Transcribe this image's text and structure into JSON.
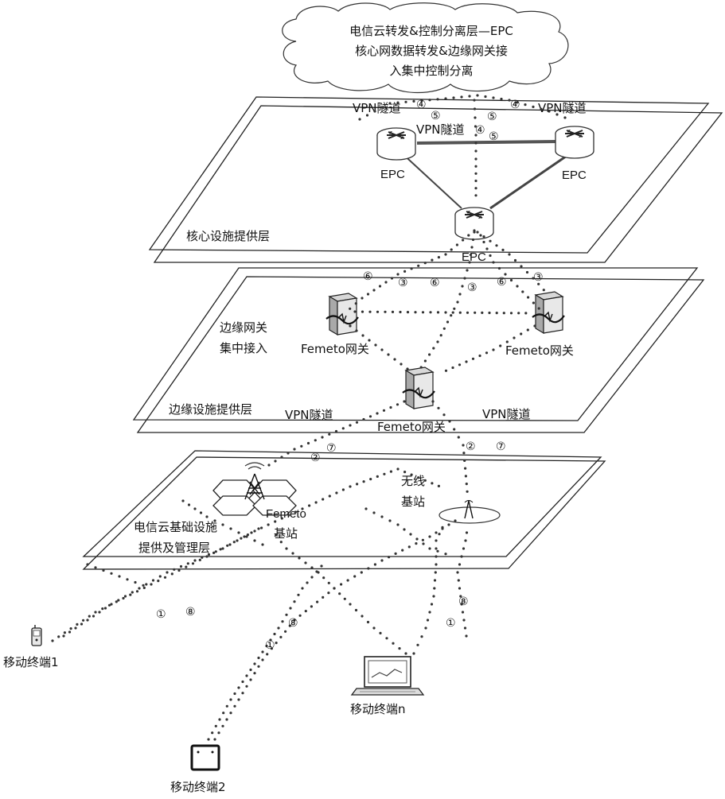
{
  "cloud": {
    "line1": "电信云转发&控制分离层—EPC",
    "line2": "核心网数据转发&边缘网关接",
    "line3": "入集中控制分离"
  },
  "core_layer": {
    "label": "核心设施提供层",
    "epc_labels": [
      "EPC",
      "EPC",
      "EPC"
    ],
    "vpn_labels": [
      "VPN隧道",
      "VPN隧道",
      "VPN隧道"
    ]
  },
  "edge_layer": {
    "label": "边缘设施提供层",
    "central_access_line1": "边缘网关",
    "central_access_line2": "集中接入",
    "gateway_labels": [
      "Femeto网关",
      "Femeto网关",
      "Femeto网关"
    ],
    "vpn_labels": [
      "VPN隧道",
      "VPN隧道"
    ]
  },
  "infra_layer": {
    "label_line1": "电信云基础设施",
    "label_line2": "提供及管理层",
    "femto_line1": "Femeto",
    "femto_line2": "基站",
    "wireless_line1": "无线",
    "wireless_line2": "基站"
  },
  "terminals": {
    "t1": "移动终端1",
    "t2": "移动终端2",
    "tn": "移动终端n"
  },
  "steps": {
    "s1": "①",
    "s2": "②",
    "s3": "③",
    "s4": "④",
    "s5": "⑤",
    "s6": "⑥",
    "s7": "⑦",
    "s8": "⑧"
  },
  "colors": {
    "line": "#222222",
    "dot": "#333333",
    "router_fill": "#ffffff"
  }
}
